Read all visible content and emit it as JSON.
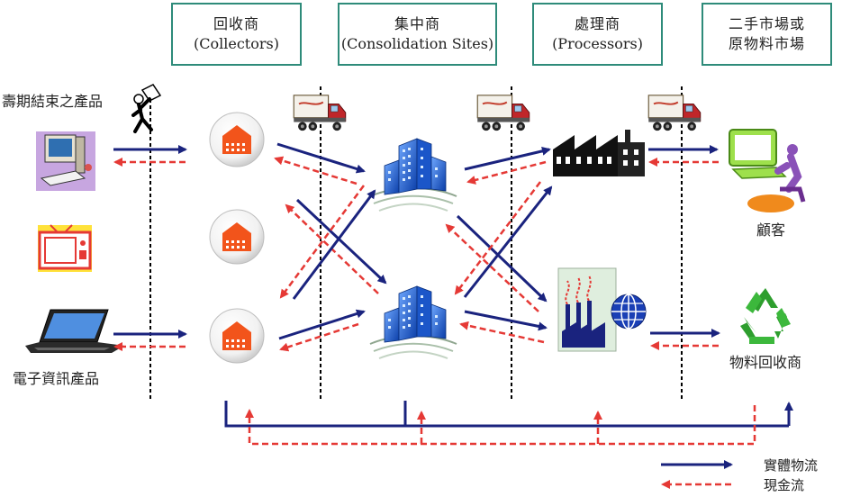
{
  "headers": {
    "collectors": {
      "zh": "回收商",
      "en": "(Collectors)"
    },
    "consolidation": {
      "zh": "集中商",
      "en": "(Consolidation Sites)"
    },
    "processors": {
      "zh": "處理商",
      "en": "(Processors)"
    },
    "market": {
      "zh1": "二手市場或",
      "zh2": "原物料市場"
    }
  },
  "labels": {
    "eol_products": "壽期結束之產品",
    "electronics": "電子資訊產品",
    "customers": "顧客",
    "material_recyclers": "物料回收商"
  },
  "legend": {
    "physical_flow": "實體物流",
    "cash_flow": "現金流"
  },
  "icons": {
    "eol_person": "person-carrying-box-icon",
    "computer": "computer-icon",
    "tv": "tv-icon",
    "laptop": "laptop-icon",
    "collector": "warehouse-icon",
    "consolidation": "city-buildings-icon",
    "truck": "truck-icon",
    "factory": "factory-icon",
    "recycle_plant": "recycling-plant-icon",
    "globe": "globe-icon",
    "customer": "customer-at-computer-icon",
    "recycle": "recycle-icon"
  },
  "colors": {
    "physical_flow": "#1a237e",
    "cash_flow": "#e53935",
    "header_border": "#2e8b7a",
    "warehouse": "#f2541b"
  }
}
